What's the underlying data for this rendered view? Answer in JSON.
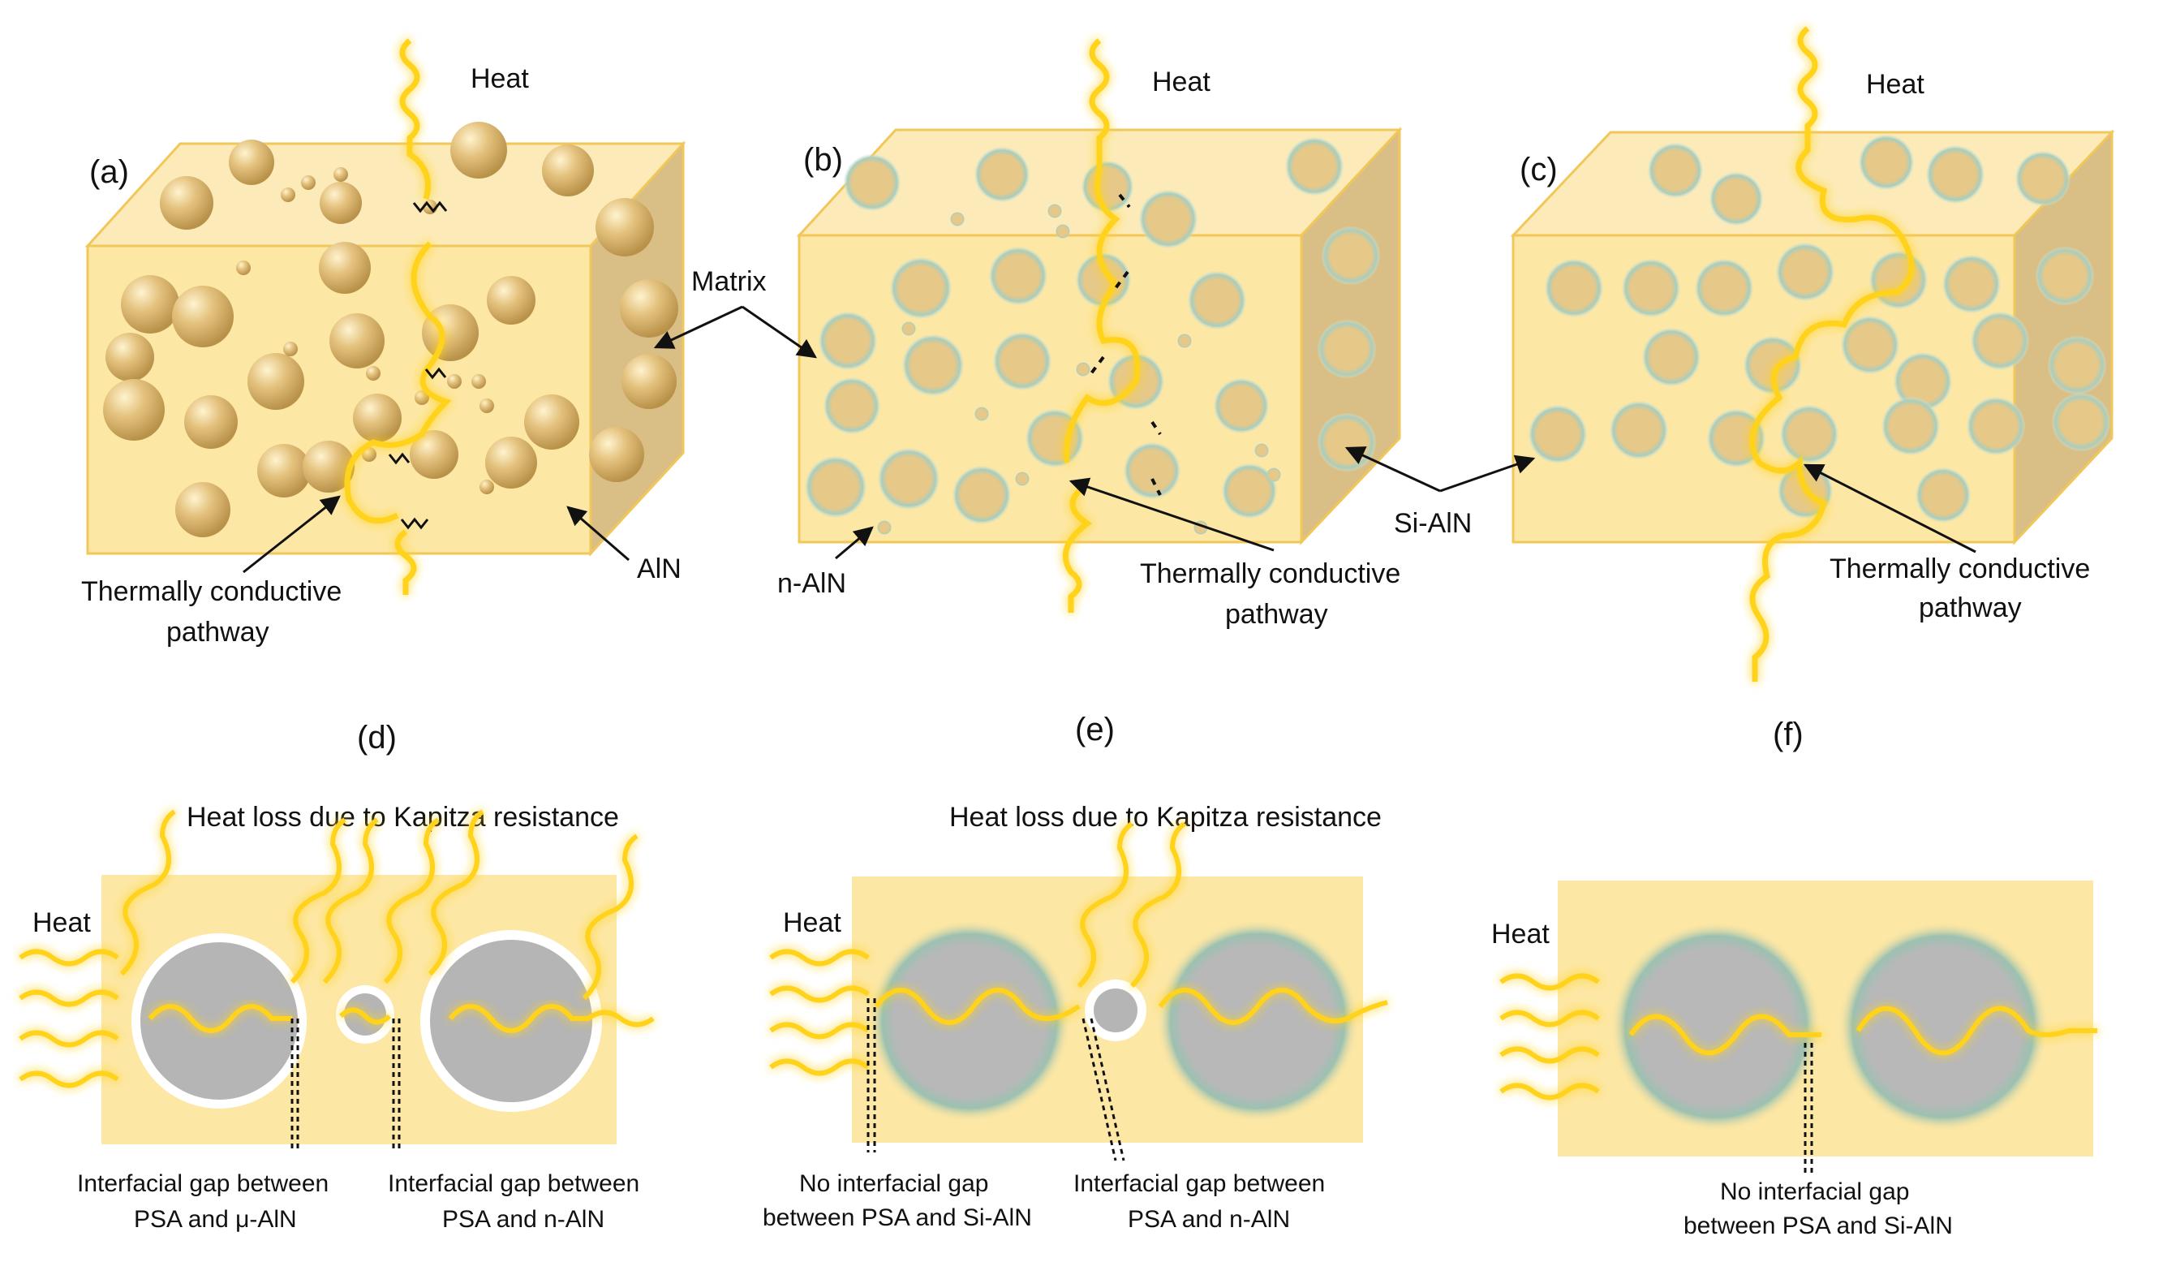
{
  "panels": {
    "a": {
      "tag": "(a)",
      "heat": "Heat",
      "pathway": [
        "Thermally conductive",
        "pathway"
      ],
      "filler": "AlN"
    },
    "b": {
      "tag": "(b)",
      "heat": "Heat",
      "pathway": [
        "Thermally conductive",
        "pathway"
      ],
      "filler": "n-AlN"
    },
    "c": {
      "tag": "(c)",
      "heat": "Heat",
      "pathway": [
        "Thermally conductive",
        "pathway"
      ]
    },
    "d": {
      "tag": "(d)",
      "heat": "Heat",
      "loss": "Heat loss due to Kapitza resistance",
      "gap1": [
        "Interfacial gap between",
        "PSA and μ-AlN"
      ],
      "gap2": [
        "Interfacial gap between",
        "PSA and n-AlN"
      ]
    },
    "e": {
      "tag": "(e)",
      "heat": "Heat",
      "loss": "Heat loss due to Kapitza resistance",
      "gap1": [
        "No interfacial gap",
        "between PSA and Si-AlN"
      ],
      "gap2": [
        "Interfacial gap between",
        "PSA and n-AlN"
      ]
    },
    "f": {
      "tag": "(f)",
      "heat": "Heat",
      "gap1": [
        "No interfacial gap",
        "between PSA and Si-AlN"
      ]
    }
  },
  "shared": {
    "matrix": "Matrix",
    "si_aln": "Si-AlN"
  },
  "colors": {
    "matrix": "#fde7a4",
    "matrix_edge": "#f2c75a",
    "particle": "#d9b778",
    "filler_gray": "#b5b5b5",
    "silane_shell": "#9fc4b4",
    "heat": "#ffd21f",
    "heat_glow": "#ff8a3d",
    "gap": "#ffffff"
  }
}
